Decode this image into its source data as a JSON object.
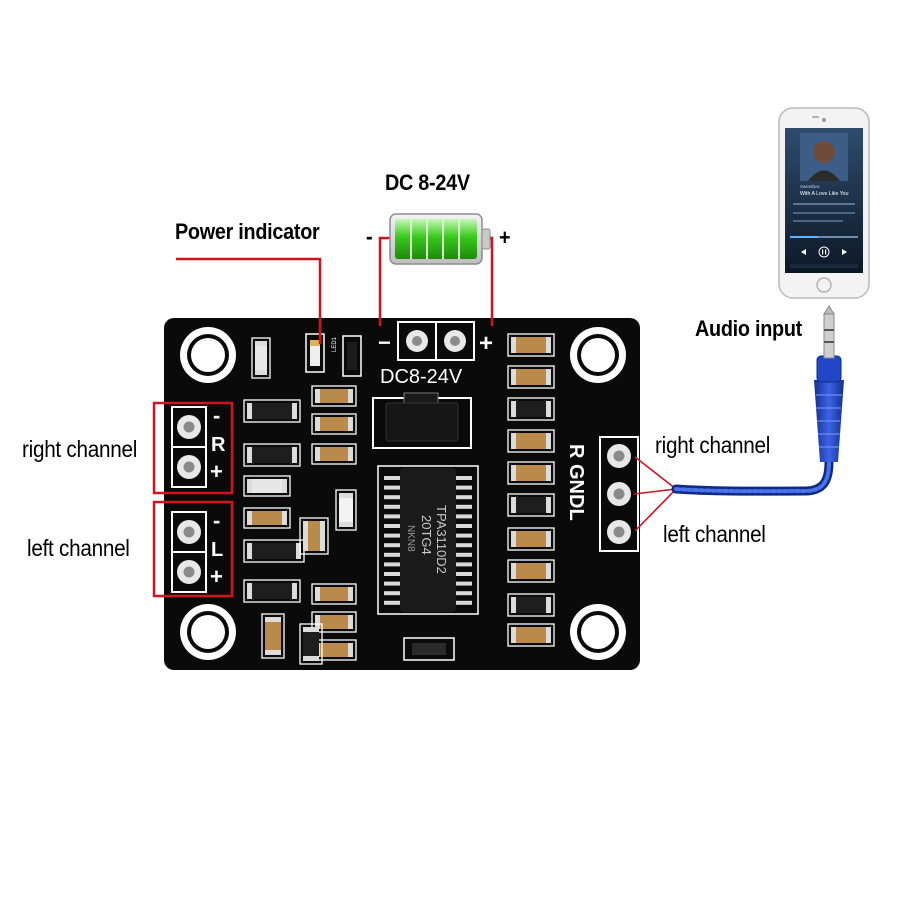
{
  "labels": {
    "supply_voltage": "DC 8-24V",
    "power_indicator": "Power indicator",
    "minus_sign": "-",
    "plus_sign": "+",
    "audio_input": "Audio input",
    "right_channel_output": "right channel",
    "left_channel_output": "left channel",
    "right_channel_input": "right channel",
    "left_channel_input": "left channel"
  },
  "board": {
    "power_silk": "DC8-24V",
    "power_minus_silk": "−",
    "power_plus_silk": "+",
    "right_out_minus": "-",
    "right_out_letter": "R",
    "right_out_plus": "+",
    "left_out_minus": "-",
    "left_out_letter": "L",
    "left_out_plus": "+",
    "input_silk": "R GNDL",
    "chip_line1": "TPA3110D2",
    "chip_line2": "20TG4",
    "chip_line3": "NKN8",
    "led_silk": "LED1"
  },
  "phone": {
    "artist": "Sweetbox",
    "track": "With A Love Like You"
  },
  "colors": {
    "callout_line": "#d2121c",
    "board": "#0a0a0a",
    "silkscreen": "#ffffff",
    "cable": "#1b3fc0",
    "battery_fill": "#38c41a"
  },
  "icons": {
    "battery": "battery-icon",
    "phone": "smartphone-icon",
    "jack": "audio-jack-icon"
  }
}
